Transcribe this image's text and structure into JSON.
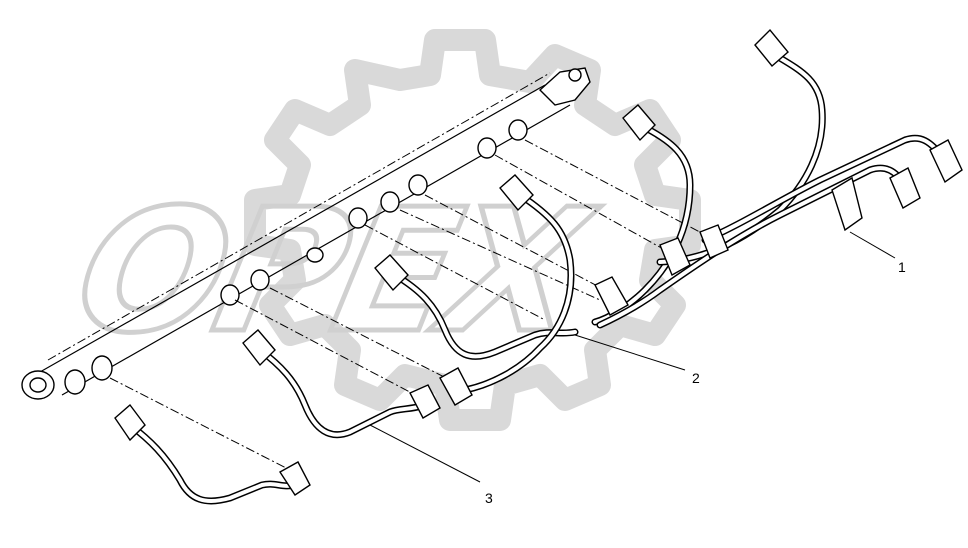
{
  "watermark": {
    "text": "OPEX"
  },
  "callouts": [
    {
      "id": "1",
      "label": "1"
    },
    {
      "id": "2",
      "label": "2"
    },
    {
      "id": "3",
      "label": "3"
    }
  ]
}
